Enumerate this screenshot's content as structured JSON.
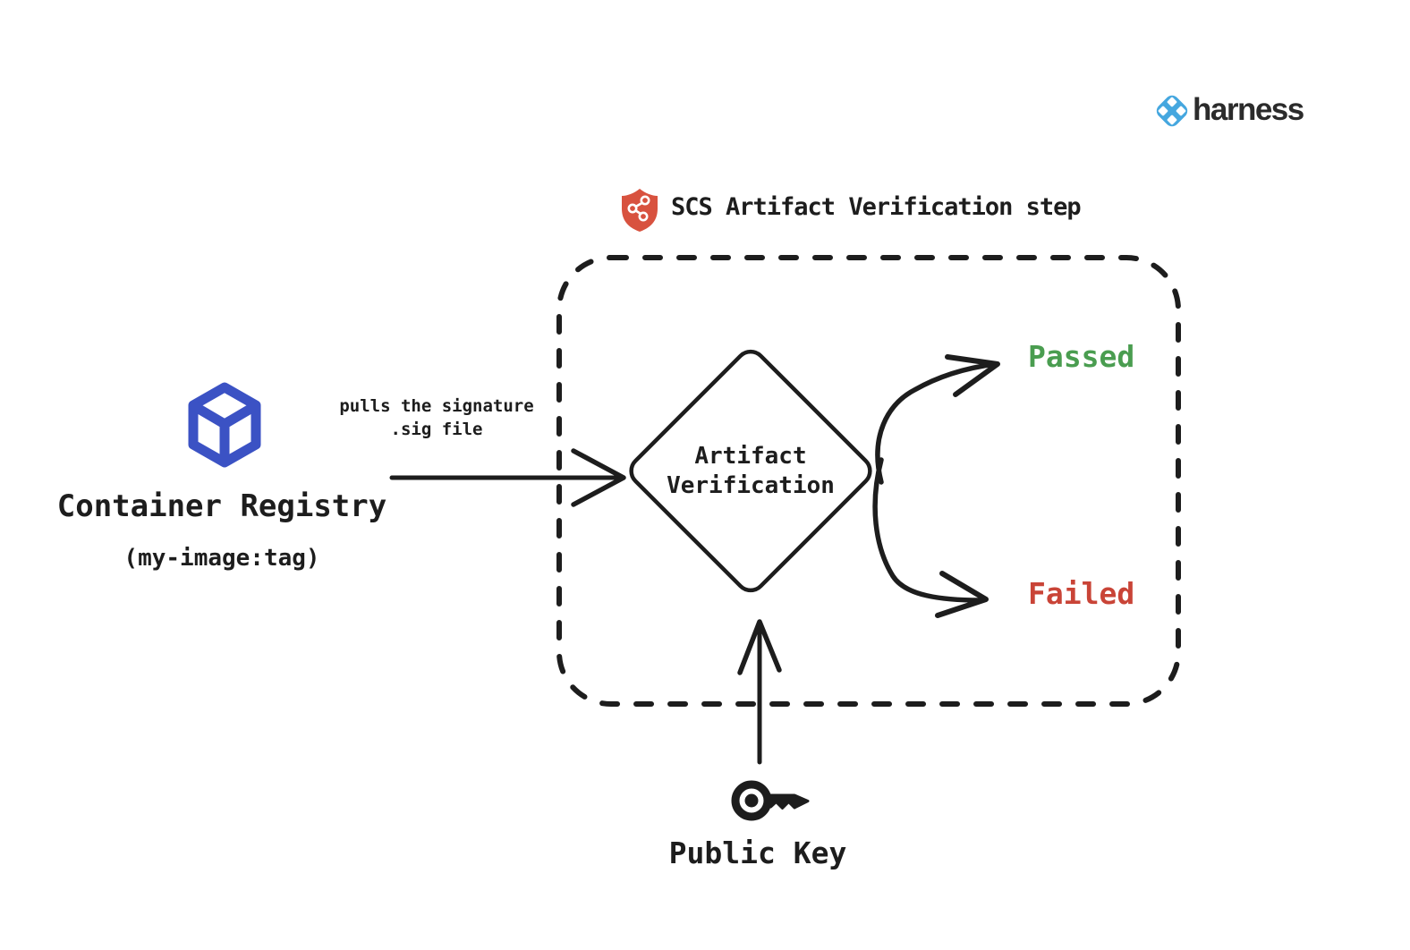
{
  "brand": {
    "wordmark": "harness"
  },
  "step": {
    "title": "SCS Artifact Verification step"
  },
  "registry": {
    "title": "Container Registry",
    "image_tag": "(my-image:tag)"
  },
  "pull_edge": {
    "line1": "pulls the signature",
    "line2": ".sig file"
  },
  "verification": {
    "line1": "Artifact",
    "line2": "Verification"
  },
  "outcomes": {
    "passed": "Passed",
    "failed": "Failed"
  },
  "public_key": {
    "label": "Public Key"
  },
  "icons": {
    "brand_icon": "harness-diamond-icon",
    "step_icon": "shield-supply-chain-icon",
    "registry_icon": "cube-icon",
    "credential_icon": "key-icon"
  },
  "colors": {
    "ink": "#1d1d1d",
    "passed_green": "#4a9d50",
    "failed_red": "#c94437",
    "registry_blue": "#3b52c4",
    "harness_blue": "#45a7df",
    "shield_red": "#d8523f"
  }
}
